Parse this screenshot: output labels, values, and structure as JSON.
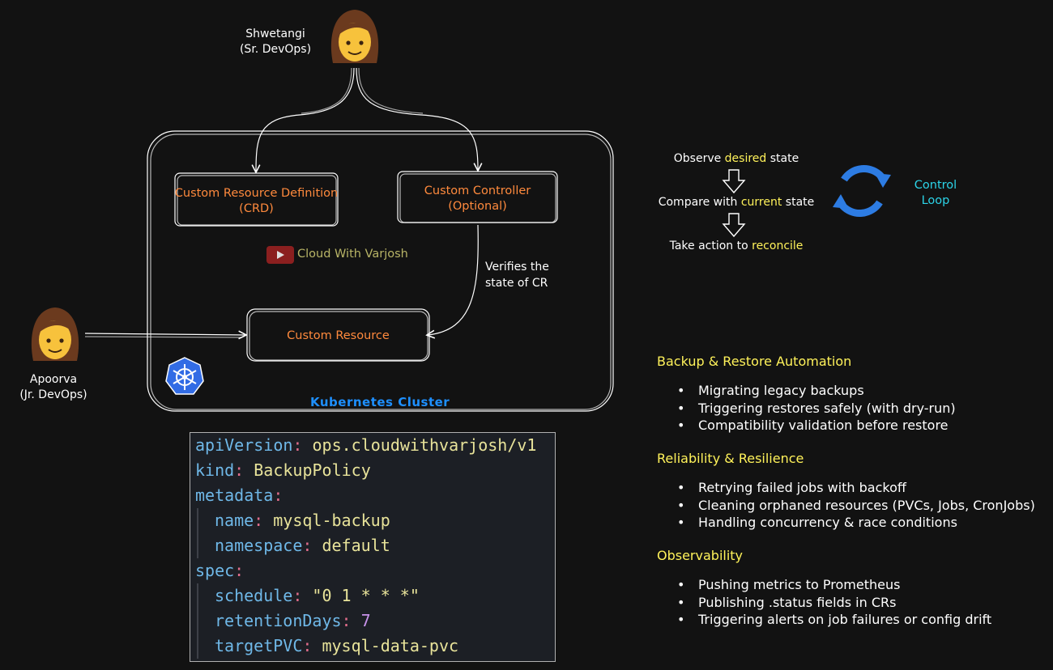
{
  "people": {
    "senior": {
      "name": "Shwetangi",
      "role": "(Sr. DevOps)"
    },
    "junior": {
      "name": "Apoorva",
      "role": "(Jr. DevOps)"
    }
  },
  "cluster": {
    "label": "Kubernetes Cluster",
    "crd_box": {
      "line1": "Custom Resource Definition",
      "line2": "(CRD)"
    },
    "controller_box": {
      "line1": "Custom Controller",
      "line2": "(Optional)"
    },
    "cr_box": {
      "label": "Custom Resource"
    },
    "verify_note": {
      "line1": "Verifies the",
      "line2": "state of CR"
    },
    "watermark": "Cloud With Varjosh"
  },
  "control_loop": {
    "label_line1": "Control",
    "label_line2": "Loop",
    "steps": [
      {
        "before": "Observe ",
        "highlight": "desired",
        "after": " state"
      },
      {
        "before": "Compare with ",
        "highlight": "current",
        "after": " state"
      },
      {
        "before": "Take action to ",
        "highlight": "reconcile",
        "after": ""
      }
    ]
  },
  "sections": [
    {
      "title": "Backup & Restore Automation",
      "items": [
        "Migrating legacy backups",
        "Triggering restores safely (with dry-run)",
        "Compatibility validation before restore"
      ]
    },
    {
      "title": "Reliability & Resilience",
      "items": [
        "Retrying failed jobs with backoff",
        "Cleaning orphaned resources (PVCs, Jobs, CronJobs)",
        "Handling concurrency & race conditions"
      ]
    },
    {
      "title": "Observability",
      "items": [
        "Pushing metrics to Prometheus",
        "Publishing .status fields in CRs",
        "Triggering alerts on job failures or config drift"
      ]
    }
  ],
  "bullet_glyph": "•",
  "code": {
    "l1_key": "apiVersion",
    "l1_val": "ops.cloudwithvarjosh/v1",
    "l2_key": "kind",
    "l2_val": "BackupPolicy",
    "l3_key": "metadata",
    "l4_key": "name",
    "l4_val": "mysql-backup",
    "l5_key": "namespace",
    "l5_val": "default",
    "l6_key": "spec",
    "l7_key": "schedule",
    "l7_val": "\"0 1 * * *\"",
    "l8_key": "retentionDays",
    "l8_val": "7",
    "l9_key": "targetPVC",
    "l9_val": "mysql-data-pvc",
    "colon": ":"
  },
  "colors": {
    "background": "#121212",
    "box_text": "#ff8a3d",
    "highlight": "#fff25a",
    "loop_label": "#2cd4e8",
    "cluster_label": "#1e90ff",
    "code_key": "#6fb8e8",
    "code_value": "#e8e39a",
    "code_number": "#c792ea"
  },
  "icons": [
    "woman-icon",
    "kubernetes-icon",
    "youtube-icon",
    "sync-arrows-icon",
    "down-arrow-icon"
  ]
}
